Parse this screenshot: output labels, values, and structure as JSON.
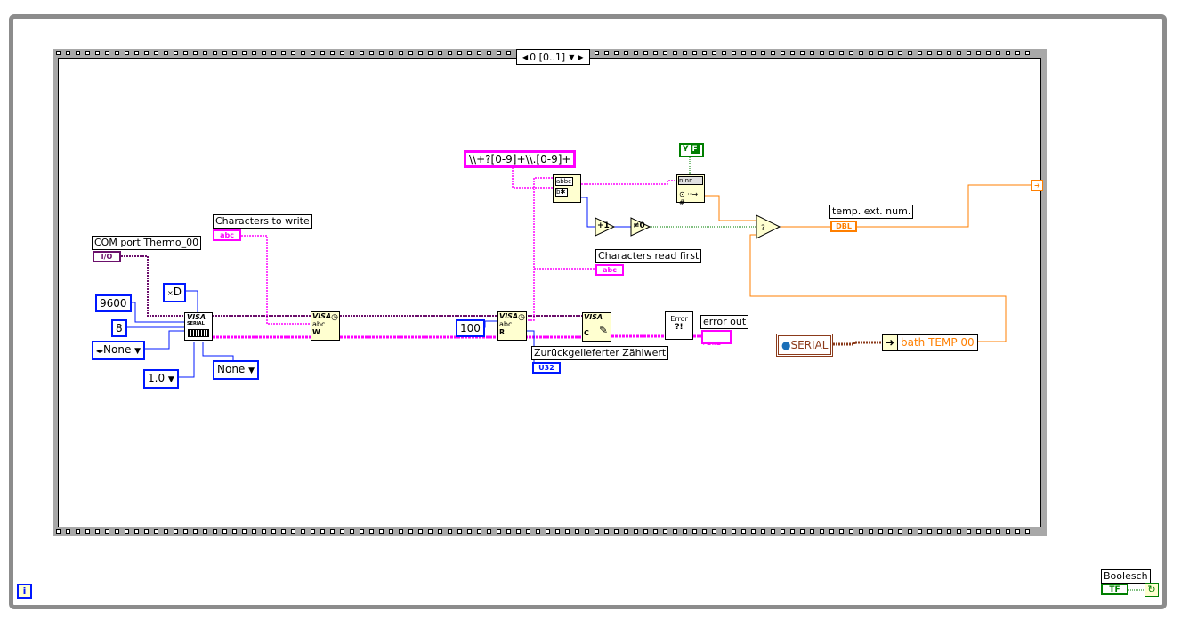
{
  "case_selector": {
    "value": "0 [0..1]"
  },
  "controls": {
    "com_port": {
      "label": "COM port Thermo_00",
      "type": "I/O"
    },
    "chars_to_write": {
      "label": "Characters to write",
      "type": "abc"
    }
  },
  "constants": {
    "baud": "9600",
    "data_bits": "8",
    "parity": "None",
    "stop_bits": "1.0",
    "flow_control": "None",
    "termchar": "D",
    "byte_count": "100",
    "regex": "\\\\+?[0-9]+\\\\.[0-9]+",
    "bool_false": "F",
    "serial_resource": "SERIAL"
  },
  "indicators": {
    "chars_read_first": {
      "label": "Characters read first",
      "type": "abc"
    },
    "return_count": {
      "label": "Zurückgelieferter Zählwert",
      "type": "U32"
    },
    "error_out": {
      "label": "error out"
    },
    "temp_ext_num": {
      "label": "temp. ext. num.",
      "type": "DBL"
    },
    "bath_temp": {
      "label": "bath TEMP 00"
    },
    "boolean": {
      "label": "Boolesch",
      "type": "TF"
    }
  },
  "nodes": {
    "visa_serial": {
      "title": "VISA",
      "sub": "SERIAL"
    },
    "visa_write": {
      "title": "VISA",
      "sub": "abc",
      "mode": "W"
    },
    "visa_read": {
      "title": "VISA",
      "sub": "abc",
      "mode": "R"
    },
    "visa_close": {
      "title": "VISA",
      "mode": "C"
    },
    "error_handler": {
      "title": "Error",
      "sub": "?!"
    },
    "match_pattern": {
      "text": "abbc"
    },
    "increment": {
      "text": "+1"
    },
    "not_equal_zero": {
      "text": "≠0"
    },
    "frac_string_to_num": {
      "text": "n.nn"
    }
  },
  "colors": {
    "string_wire": "#ff00ff",
    "visa_wire": "#6b0f6b",
    "int_wire": "#0018ff",
    "dbl_wire": "#ff7f00",
    "bool_wire": "#007f00",
    "frame_gray": "#8c8c8c"
  }
}
